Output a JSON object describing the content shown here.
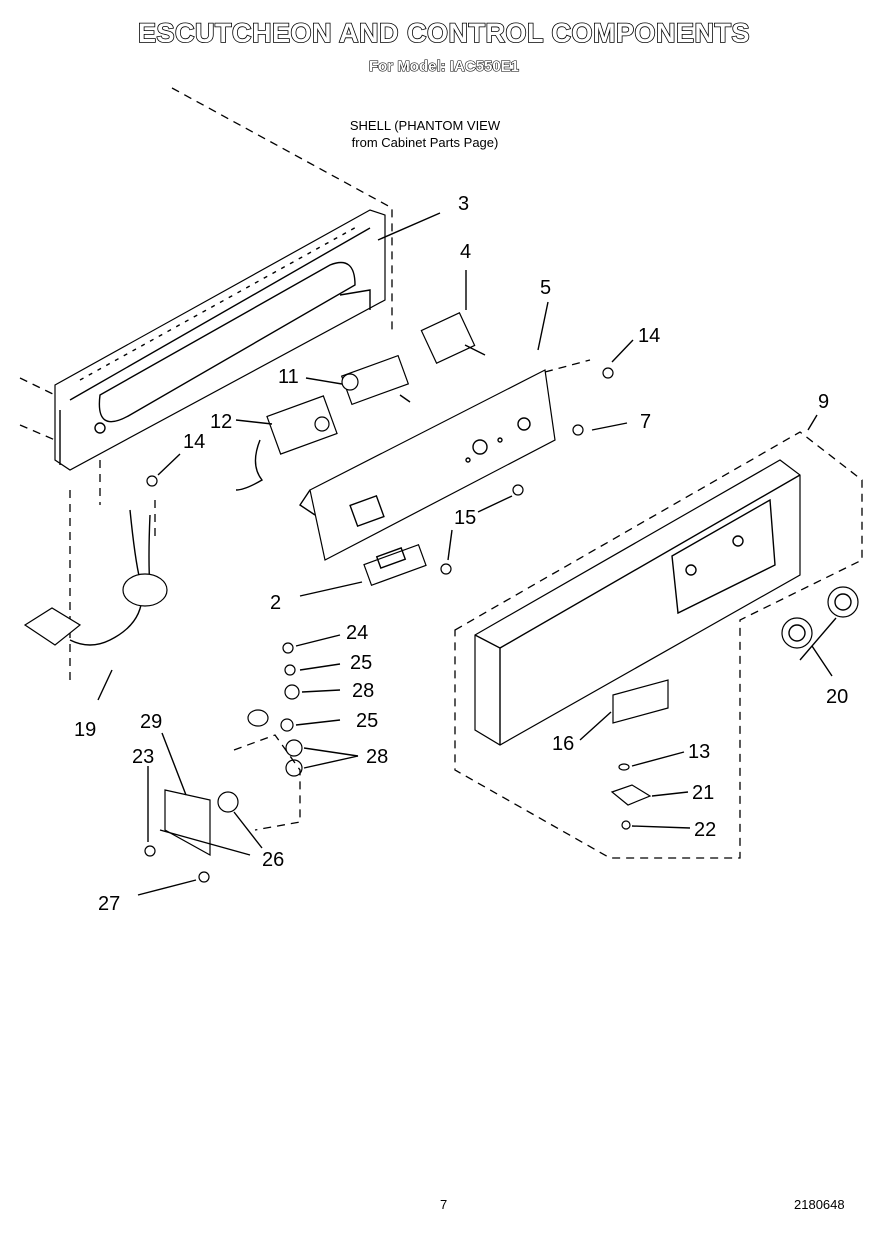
{
  "title": "ESCUTCHEON AND CONTROL COMPONENTS",
  "subtitle": "For Model: IAC550E1",
  "note": {
    "line1": "SHELL (PHANTOM VIEW",
    "line2": "from Cabinet Parts Page)"
  },
  "callouts": {
    "p2": "2",
    "p3": "3",
    "p4": "4",
    "p5": "5",
    "p7": "7",
    "p9": "9",
    "p11": "11",
    "p12": "12",
    "p13": "13",
    "p14a": "14",
    "p14b": "14",
    "p15": "15",
    "p16": "16",
    "p19": "19",
    "p20": "20",
    "p21": "21",
    "p22": "22",
    "p23": "23",
    "p24": "24",
    "p25a": "25",
    "p25b": "25",
    "p26": "26",
    "p27": "27",
    "p28a": "28",
    "p28b": "28",
    "p29": "29"
  },
  "footer": {
    "page_number": "7",
    "doc_number": "2180648"
  }
}
